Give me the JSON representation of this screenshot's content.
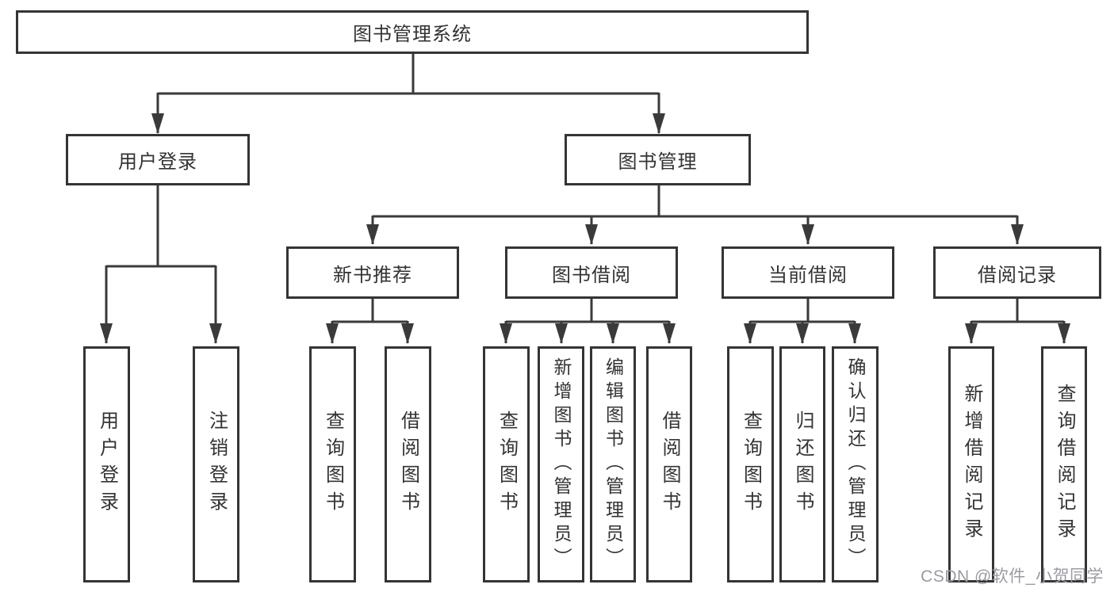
{
  "tree": {
    "root": {
      "label": "图书管理系统"
    },
    "user_login": {
      "label": "用户登录",
      "children": [
        {
          "label": "用户登录"
        },
        {
          "label": "注销登录"
        }
      ]
    },
    "book_mgmt": {
      "label": "图书管理",
      "sections": [
        {
          "label": "新书推荐",
          "children": [
            {
              "label": "查询图书"
            },
            {
              "label": "借阅图书"
            }
          ]
        },
        {
          "label": "图书借阅",
          "children": [
            {
              "label": "查询图书"
            },
            {
              "label": "新增图书（管理员）"
            },
            {
              "label": "编辑图书（管理员）"
            },
            {
              "label": "借阅图书"
            }
          ]
        },
        {
          "label": "当前借阅",
          "children": [
            {
              "label": "查询图书"
            },
            {
              "label": "归还图书"
            },
            {
              "label": "确认归还（管理员）"
            }
          ]
        },
        {
          "label": "借阅记录",
          "children": [
            {
              "label": "新增借阅记录"
            },
            {
              "label": "查询借阅记录"
            }
          ]
        }
      ]
    }
  },
  "watermark": {
    "text": "CSDN @软件_小贺同学"
  },
  "colors": {
    "line": "#3a3a3a",
    "box_border": "#343434",
    "text": "#333333",
    "watermark": "#9b9ba3",
    "background": "#ffffff"
  }
}
